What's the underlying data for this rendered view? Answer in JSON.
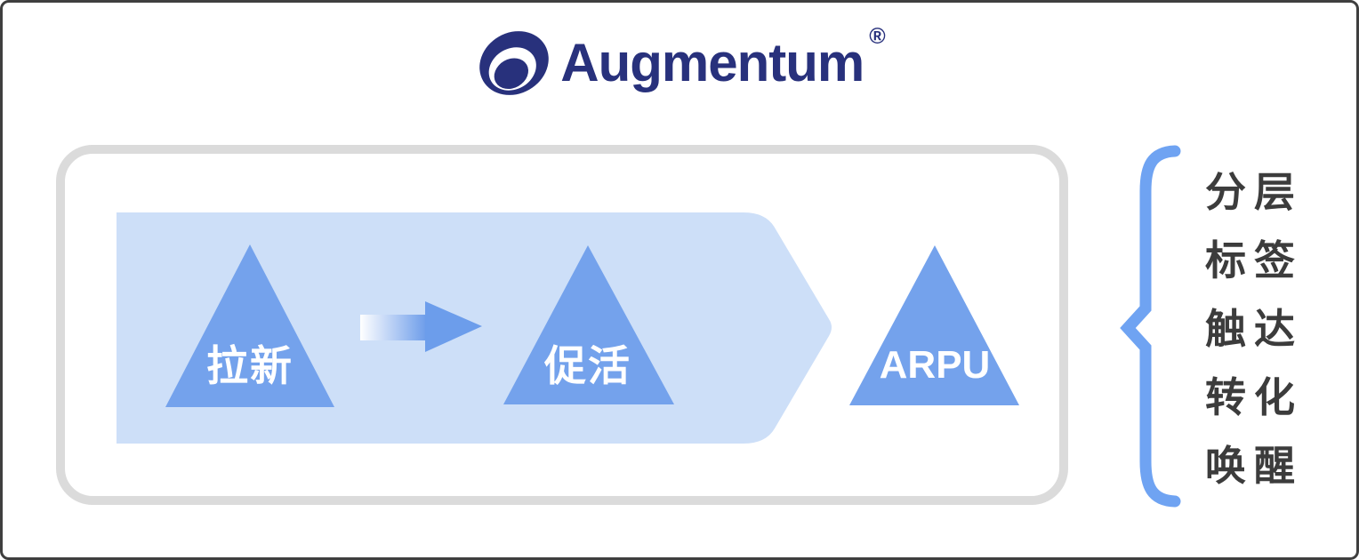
{
  "logo": {
    "brand": "Augmentum",
    "registered_mark": "®"
  },
  "funnel": {
    "stages": [
      {
        "label": "拉新"
      },
      {
        "label": "促活"
      },
      {
        "label": "ARPU"
      }
    ]
  },
  "brace": {
    "labels": [
      "分层",
      "标签",
      "触达",
      "转化",
      "唤醒"
    ]
  },
  "colors": {
    "brand_navy": "#28317C",
    "band_light_blue": "#CDDFF8",
    "triangle_blue": "#74A2EC",
    "arrow_gradient_start": "#FFFFFF",
    "arrow_gradient_end": "#6E9DEA",
    "arrow_head_blue": "#6C9DEB",
    "brace_blue": "#6FA3F2",
    "label_gray": "#3C3C3C",
    "box_border_gray": "#DBDBDB",
    "frame_border_dark": "#3F3F3F"
  }
}
